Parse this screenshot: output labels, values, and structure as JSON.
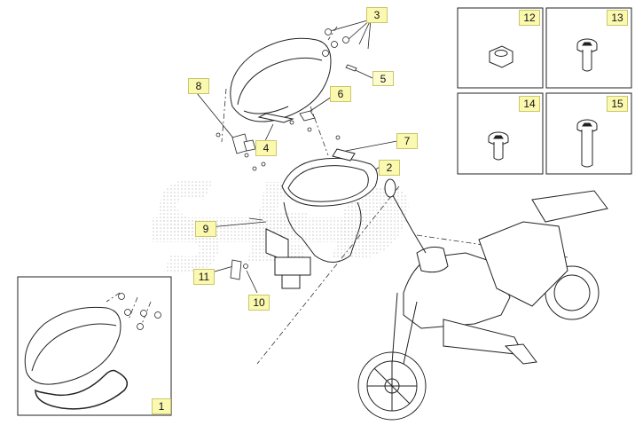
{
  "callouts": {
    "p1": "1",
    "p2": "2",
    "p3": "3",
    "p4": "4",
    "p5": "5",
    "p6": "6",
    "p7": "7",
    "p8": "8",
    "p9": "9",
    "p10": "10",
    "p11": "11",
    "p12": "12",
    "p13": "13",
    "p14": "14",
    "p15": "15"
  },
  "colors": {
    "callout_bg": "#fbf9b0",
    "line": "#222222",
    "watermark_dots": "#c8c8c8"
  },
  "icons": [
    "seat-icon",
    "storage-bin-icon",
    "scooter-icon",
    "nut-icon",
    "bolt-icon",
    "gasket-icon",
    "hinge-icon",
    "latch-icon"
  ]
}
